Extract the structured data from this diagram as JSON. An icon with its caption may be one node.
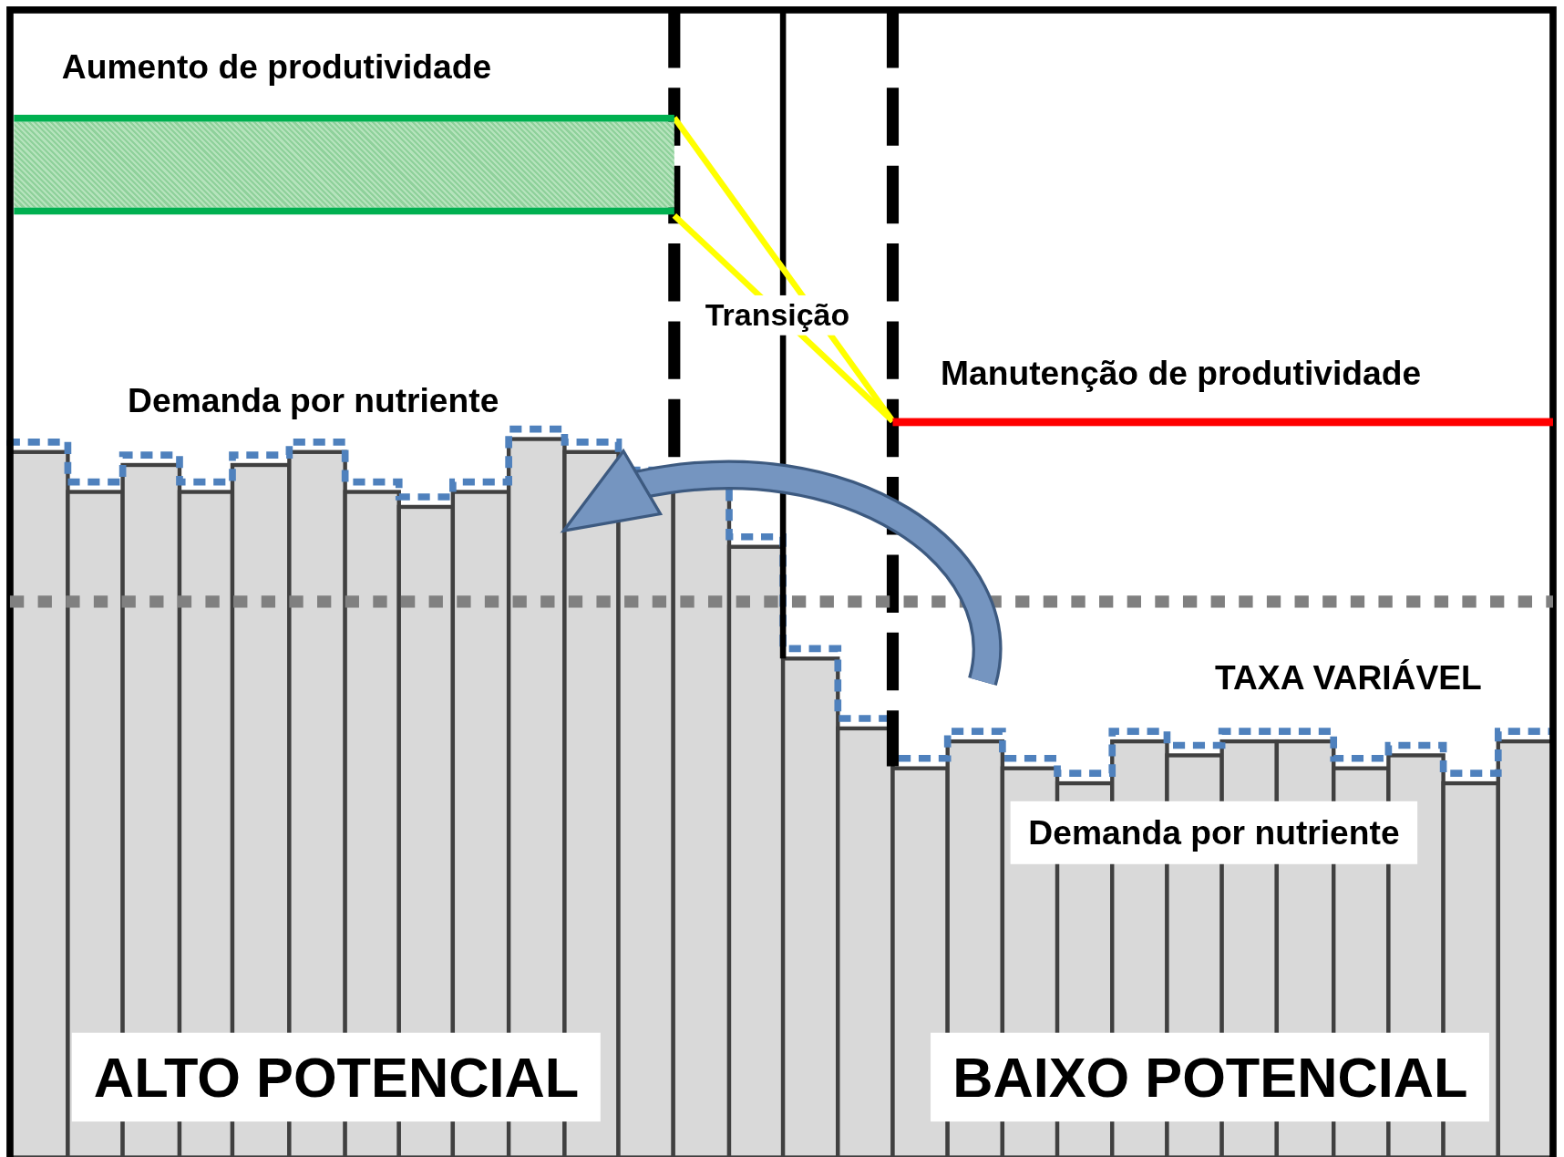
{
  "diagram": {
    "nodes": [
      {
        "text": [
          "Aumento de produtividade"
        ]
      },
      {
        "text": [
          "Manutenção de produtividade"
        ]
      }
    ],
    "edges": [
      {
        "from": 0,
        "to": 1,
        "arrow": "none",
        "color": "#ffff00",
        "label": "Transição"
      },
      {
        "from": 0,
        "to": 1,
        "arrow": "none",
        "color": "#ffff00"
      }
    ],
    "labels": [
      "Demanda por nutriente",
      "TAXA VARIÁVEL",
      "Demanda por nutriente",
      "ALTO POTENCIAL",
      "BAIXO POTENCIAL"
    ]
  }
}
